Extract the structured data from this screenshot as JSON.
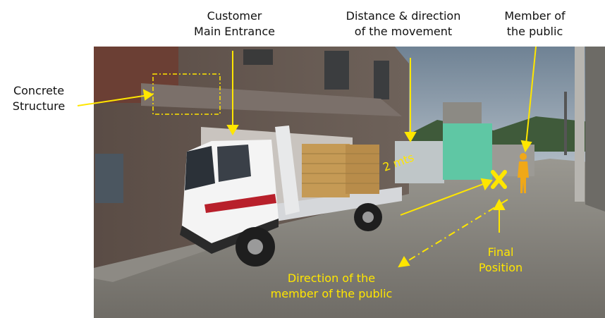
{
  "labels": {
    "concrete_structure": [
      "Concrete",
      "Structure"
    ],
    "customer_main_entrance": [
      "Customer",
      "Main Entrance"
    ],
    "distance_direction": [
      "Distance & direction",
      "of the movement"
    ],
    "member_of_public": [
      "Member of",
      "the public"
    ],
    "distance_value": "2 mts",
    "final_position": [
      "Final",
      "Position"
    ],
    "direction_member": [
      "Direction of the",
      "member of the public"
    ]
  },
  "colors": {
    "annotation": "#ffe600",
    "text_dark": "#111111"
  },
  "icons": {
    "final_position_marker": "x-mark-icon",
    "person": "person-icon"
  }
}
